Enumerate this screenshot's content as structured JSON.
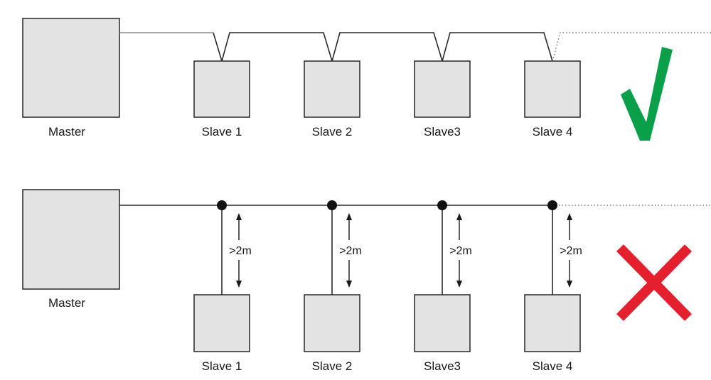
{
  "correct_topology": {
    "master_label": "Master",
    "slaves": [
      "Slave 1",
      "Slave 2",
      "Slave3",
      "Slave 4"
    ],
    "indicator_icon": "check-mark-icon",
    "indicator_color": "#0aa04a"
  },
  "incorrect_topology": {
    "master_label": "Master",
    "slaves": [
      "Slave 1",
      "Slave 2",
      "Slave3",
      "Slave 4"
    ],
    "stub_lengths": [
      ">2m",
      ">2m",
      ">2m",
      ">2m"
    ],
    "indicator_icon": "cross-mark-icon",
    "indicator_color": "#e5202e"
  }
}
